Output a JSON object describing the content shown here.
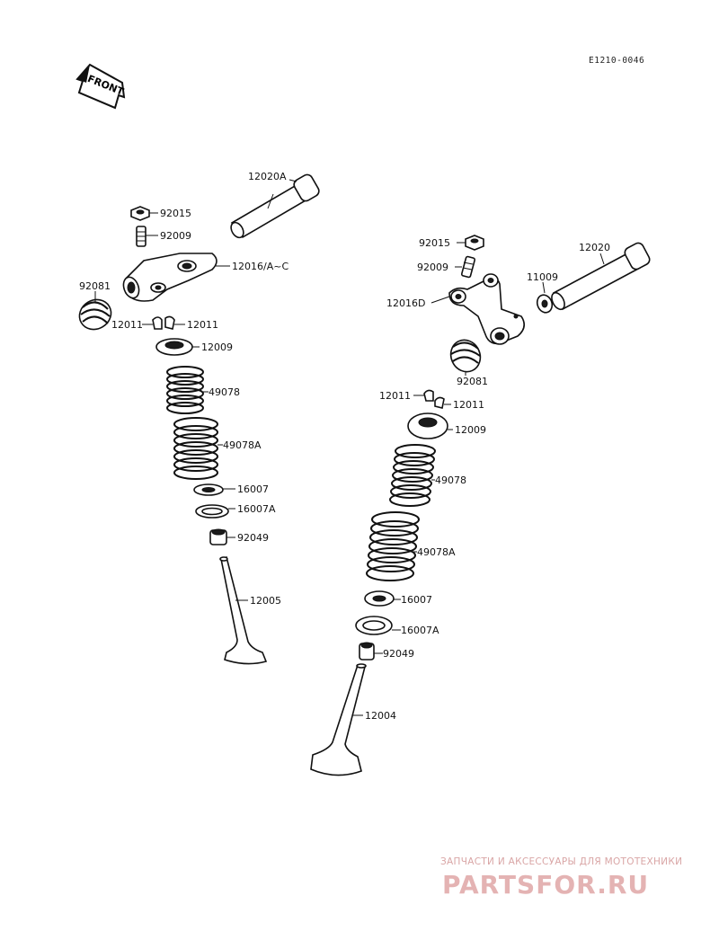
{
  "diagram_code": "E1210-0046",
  "front_label": "FRONT",
  "left_assembly": {
    "labels": {
      "shaft": "12020A",
      "nut": "92015",
      "adjuster": "92009",
      "rocker_arm": "12016/A~C",
      "spring_small": "92081",
      "cotter_left": "12011",
      "cotter_right": "12011",
      "retainer": "12009",
      "inner_spring": "49078",
      "outer_spring": "49078A",
      "seat": "16007",
      "seat_a": "16007A",
      "stem_seal": "92049",
      "valve": "12005"
    }
  },
  "right_assembly": {
    "labels": {
      "nut": "92015",
      "adjuster": "92009",
      "shaft": "12020",
      "washer": "11009",
      "rocker_arm": "12016D",
      "spring_small": "92081",
      "cotter_left": "12011",
      "cotter_right": "12011",
      "retainer": "12009",
      "inner_spring": "49078",
      "outer_spring": "49078A",
      "seat": "16007",
      "seat_a": "16007A",
      "stem_seal": "92049",
      "valve": "12004"
    }
  },
  "watermark": {
    "tagline": "ЗАПЧАСТИ И АКСЕССУАРЫ ДЛЯ МОТОТЕХНИКИ",
    "brand": "PARTSFOR.RU"
  }
}
